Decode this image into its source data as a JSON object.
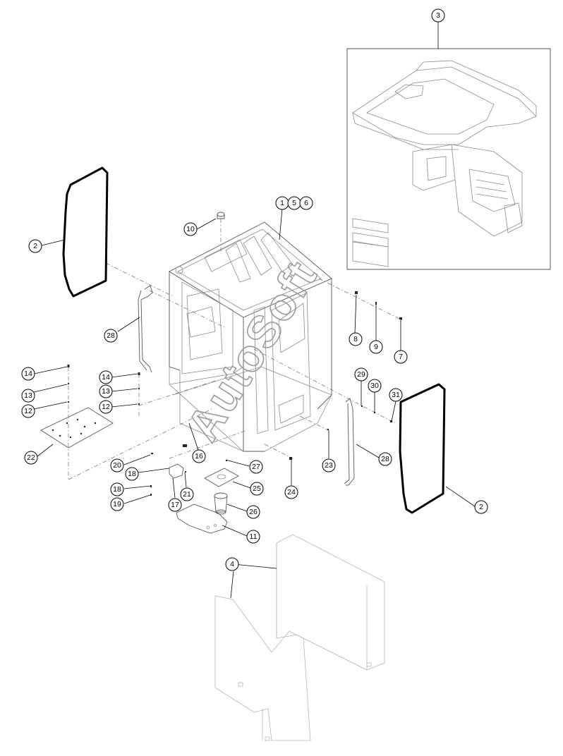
{
  "watermark": "AutoSoft",
  "callouts": [
    {
      "id": "c3",
      "label": "3"
    },
    {
      "id": "c1",
      "label": "1"
    },
    {
      "id": "c5",
      "label": "5"
    },
    {
      "id": "c6",
      "label": "6"
    },
    {
      "id": "c10",
      "label": "10"
    },
    {
      "id": "c2a",
      "label": "2"
    },
    {
      "id": "c28a",
      "label": "28"
    },
    {
      "id": "c8",
      "label": "8"
    },
    {
      "id": "c9",
      "label": "9"
    },
    {
      "id": "c7",
      "label": "7"
    },
    {
      "id": "c14a",
      "label": "14"
    },
    {
      "id": "c13a",
      "label": "13"
    },
    {
      "id": "c12a",
      "label": "12"
    },
    {
      "id": "c14b",
      "label": "14"
    },
    {
      "id": "c13b",
      "label": "13"
    },
    {
      "id": "c12b",
      "label": "12"
    },
    {
      "id": "c22",
      "label": "22"
    },
    {
      "id": "c29",
      "label": "29"
    },
    {
      "id": "c30",
      "label": "30"
    },
    {
      "id": "c31",
      "label": "31"
    },
    {
      "id": "c16",
      "label": "16"
    },
    {
      "id": "c20",
      "label": "20"
    },
    {
      "id": "c18a",
      "label": "18"
    },
    {
      "id": "c27",
      "label": "27"
    },
    {
      "id": "c23",
      "label": "23"
    },
    {
      "id": "c28b",
      "label": "28"
    },
    {
      "id": "c24",
      "label": "24"
    },
    {
      "id": "c25",
      "label": "25"
    },
    {
      "id": "c18b",
      "label": "18"
    },
    {
      "id": "c21",
      "label": "21"
    },
    {
      "id": "c17",
      "label": "17"
    },
    {
      "id": "c19",
      "label": "19"
    },
    {
      "id": "c26",
      "label": "26"
    },
    {
      "id": "c2b",
      "label": "2"
    },
    {
      "id": "c11",
      "label": "11"
    },
    {
      "id": "c4",
      "label": "4"
    }
  ]
}
